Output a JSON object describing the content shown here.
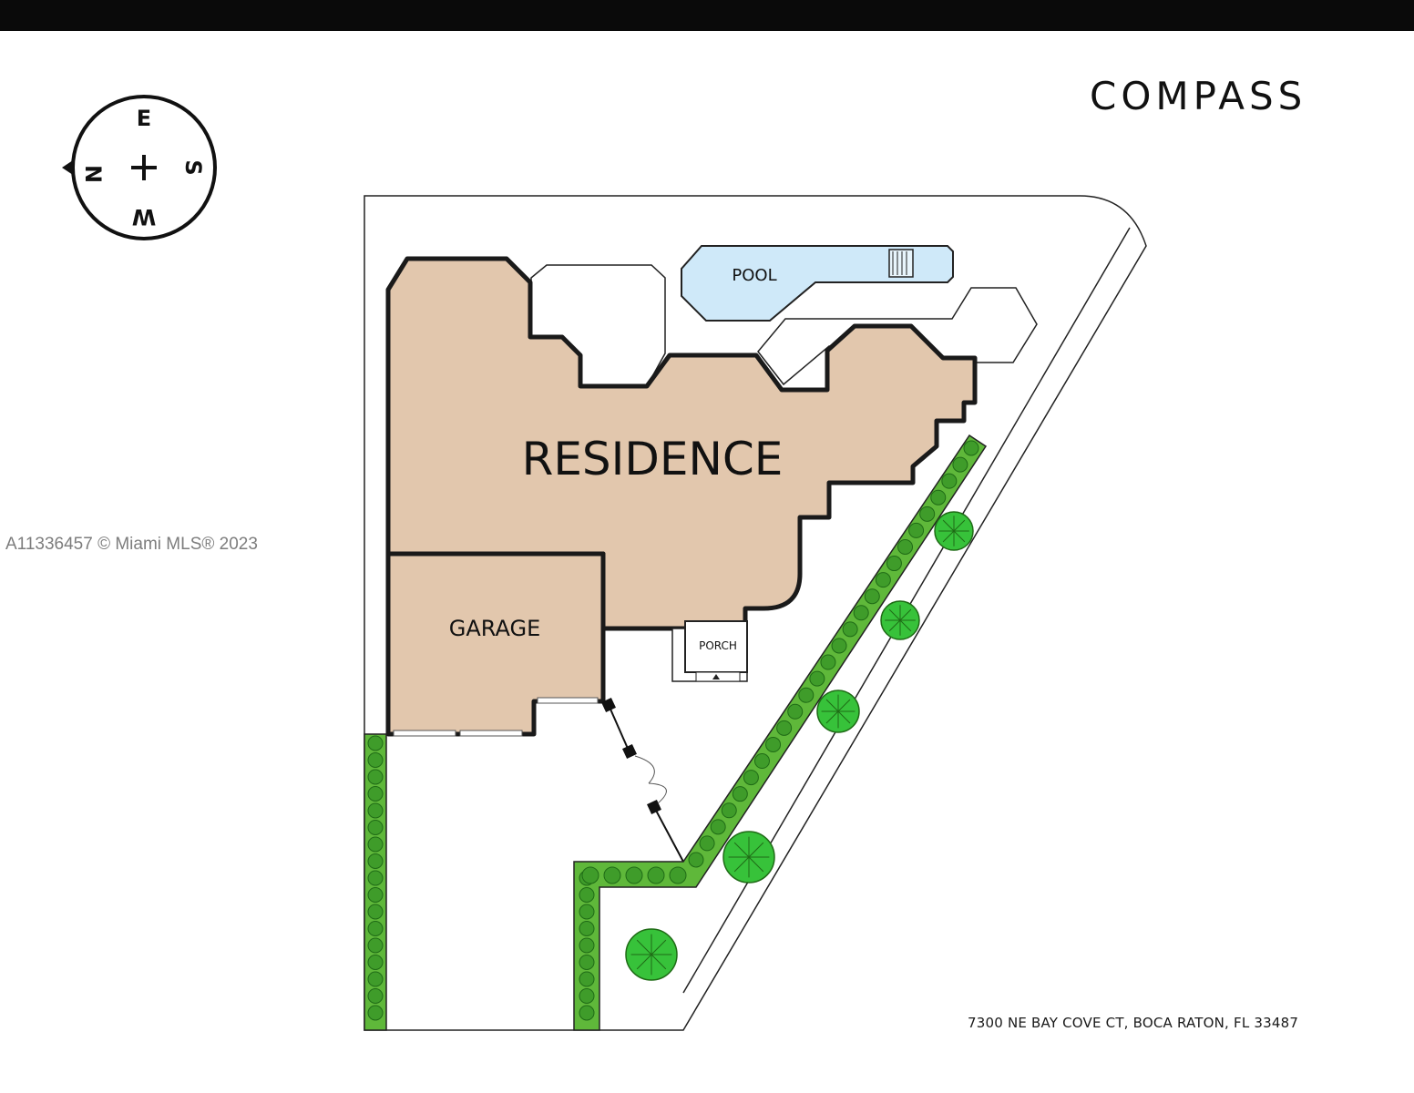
{
  "brand": {
    "logo_text": "COMPASS"
  },
  "watermark": "A11336457 © Miami MLS® 2023",
  "compass": {
    "north": "N",
    "east": "E",
    "south": "S",
    "west": "W"
  },
  "labels": {
    "residence": "RESIDENCE",
    "garage": "GARAGE",
    "pool": "POOL",
    "porch": "PORCH"
  },
  "address": "7300 NE BAY COVE CT, BOCA RATON, FL 33487",
  "colors": {
    "building": "#e2c7ad",
    "pool": "#cfe9f9",
    "hedge": "#5fb83a",
    "hedge_dark": "#1f6b16",
    "tree": "#37c23a",
    "outline": "#1a1a1a"
  }
}
